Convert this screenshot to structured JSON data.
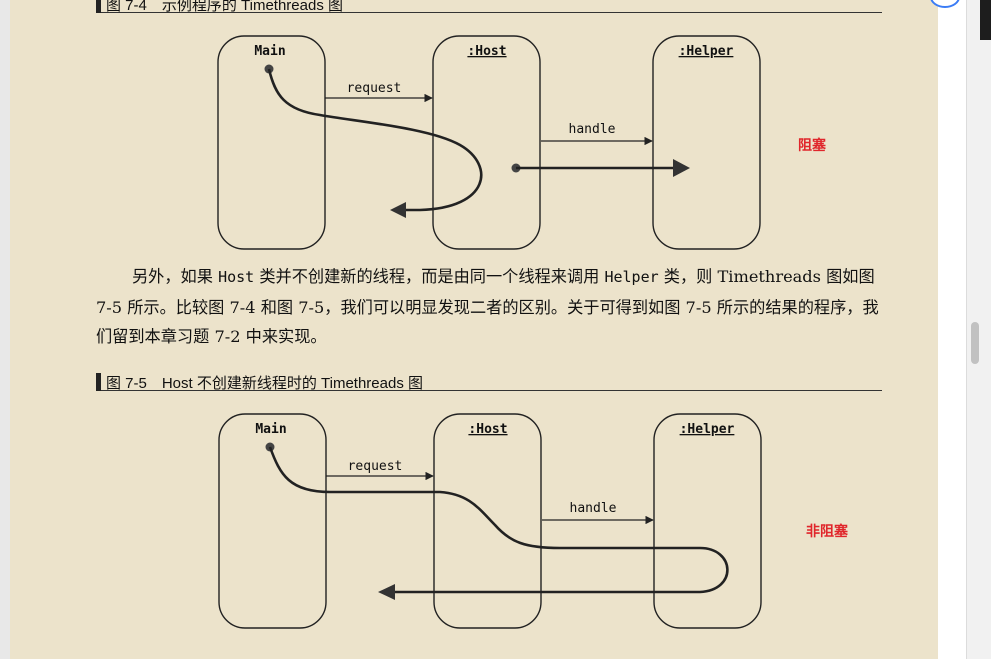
{
  "figure_7_4": {
    "caption": "图 7-4　示例程序的 Timethreads 图",
    "lanes": {
      "main": "Main",
      "host": ":Host",
      "helper": ":Helper"
    },
    "request_label": "request",
    "handle_label": "handle",
    "annotation": "阻塞"
  },
  "paragraph": {
    "part1": "另外，如果 ",
    "code1": "Host",
    "part2": " 类并不创建新的线程，而是由同一个线程来调用 ",
    "code2": "Helper",
    "part3": " 类，则 Timethreads 图如图 7-5 所示。比较图 7-4 和图 7-5，我们可以明显发现二者的区别。关于可得到如图 7-5 所示的结果的程序，我们留到本章习题 7-2 中来实现。"
  },
  "figure_7_5": {
    "caption": "图 7-5　Host 不创建新线程时的 Timethreads 图",
    "lanes": {
      "main": "Main",
      "host": ":Host",
      "helper": ":Helper"
    },
    "request_label": "request",
    "handle_label": "handle",
    "annotation": "非阻塞"
  },
  "colors": {
    "page_background": "#ece3cb",
    "annotation_red": "#e0262b",
    "ink": "#111111"
  }
}
